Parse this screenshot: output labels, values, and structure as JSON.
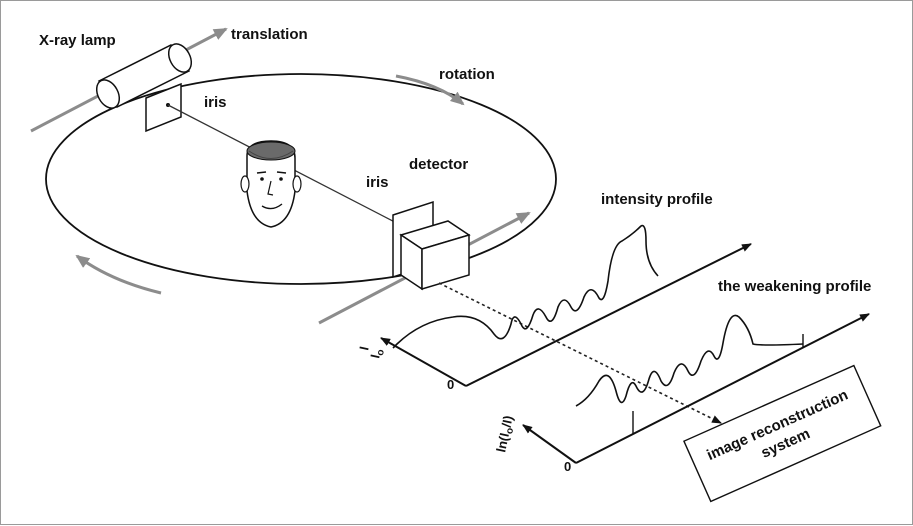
{
  "labels": {
    "xray_lamp": "X-ray lamp",
    "translation": "translation",
    "rotation": "rotation",
    "iris_top": "iris",
    "iris_bottom": "iris",
    "detector": "detector",
    "intensity_profile": "intensity profile",
    "weakening_profile": "the weakening profile",
    "image_reconstruction": "image reconstruction",
    "system": "system"
  },
  "axes": {
    "intensity_y_label": "I",
    "intensity_y_sub": "o",
    "intensity_origin": "0",
    "weakening_y_label": "ln(I",
    "weakening_y_sub": "o",
    "weakening_y_tail": "/I)",
    "weakening_origin": "0"
  },
  "colors": {
    "line": "#111111",
    "gray_arrow": "#8c8c8c",
    "hair": "#5a5a5a"
  }
}
